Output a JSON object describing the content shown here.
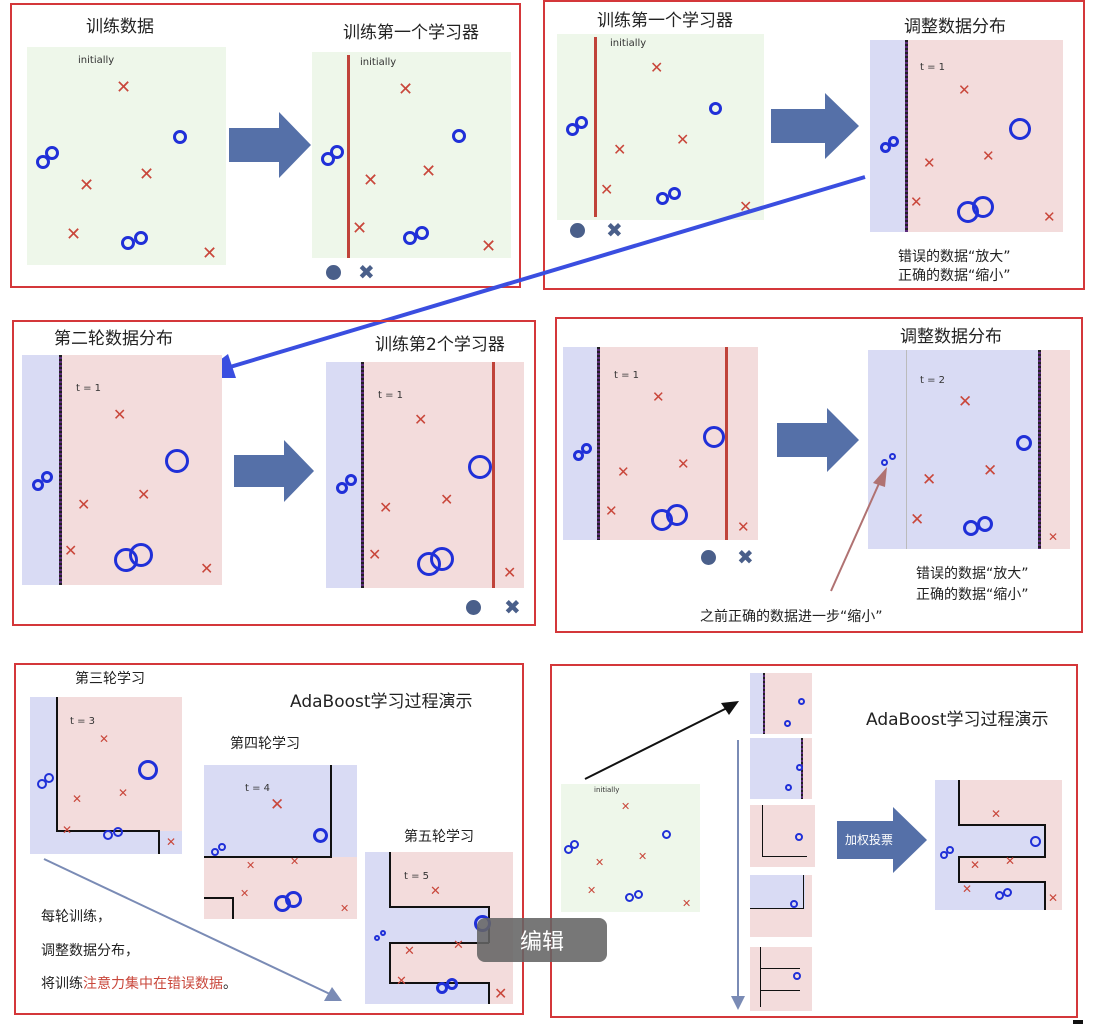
{
  "panel1": {
    "title_left": "训练数据",
    "title_right": "训练第一个学习器",
    "label_initially_a": "initially",
    "label_initially_b": "initially"
  },
  "panel2": {
    "title_left": "训练第一个学习器",
    "title_right": "调整数据分布",
    "label_initially": "initially",
    "label_t": "t = 1",
    "note1": "错误的数据“放大”",
    "note2": "正确的数据“缩小”"
  },
  "panel3": {
    "title_left": "第二轮数据分布",
    "title_right": "训练第2个学习器",
    "label_t_a": "t = 1",
    "label_t_b": "t = 1"
  },
  "panel4": {
    "title_right": "调整数据分布",
    "label_t_a": "t = 1",
    "label_t_b": "t = 2",
    "note1": "错误的数据“放大”",
    "note2": "正确的数据“缩小”",
    "note3": "之前正确的数据进一步“缩小”"
  },
  "panel5": {
    "title": "AdaBoost学习过程演示",
    "round3": "第三轮学习",
    "round4": "第四轮学习",
    "round5": "第五轮学习",
    "label_t3": "t = 3",
    "label_t4": "t = 4",
    "label_t5": "t = 5",
    "text1": "每轮训练，",
    "text2": "调整数据分布，",
    "text3a": "将训练",
    "text3b": "注意力集中在错误数据",
    "text3c": "。"
  },
  "panel6": {
    "title": "AdaBoost学习过程演示",
    "label_initially": "initially",
    "vote": "加权投票"
  },
  "edit_button": "编辑",
  "colors": {
    "frame": "#d4373a",
    "cross": "#c9473b",
    "circle": "#2030d8",
    "arrow": "#5570a8"
  }
}
